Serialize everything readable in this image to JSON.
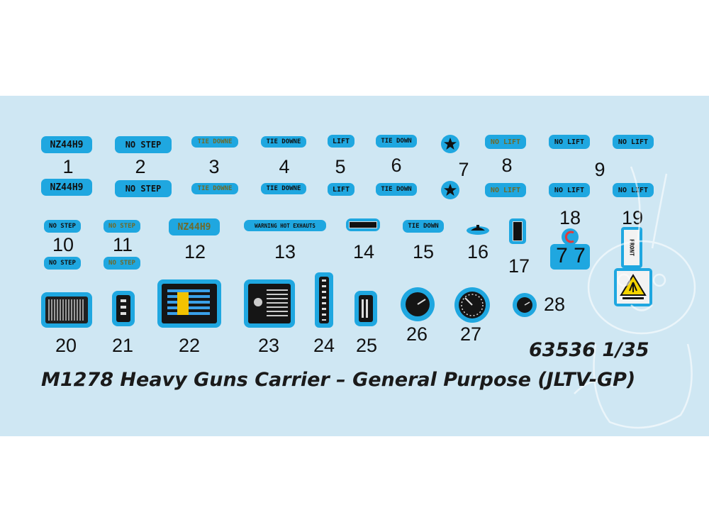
{
  "sheet": {
    "title": "M1278 Heavy Guns Carrier – General Purpose (JLTV-GP)",
    "code": "63536 1/35",
    "background_color": "#cfe7f3",
    "decal_color": "#1fa7e0"
  },
  "decals": {
    "d1": "NZ44H9",
    "d2": "NO STEP",
    "d3": "TIE DOWNE",
    "d4": "TIE DOWNE",
    "d5": "LIFT",
    "d6": "TIE DOWN",
    "d8": "NO LIFT",
    "d9a": "NO LIFT",
    "d9b": "NO LIFT",
    "d10": "NO STEP",
    "d11": "NO STEP",
    "d12": "NZ44H9",
    "d13": "WARNING HOT EXHAUTS",
    "d15": "TIE DOWN",
    "d18_digits": "7 7",
    "d19_text": "FRONT"
  },
  "numbers": [
    "1",
    "2",
    "3",
    "4",
    "5",
    "6",
    "7",
    "8",
    "9",
    "10",
    "11",
    "12",
    "13",
    "14",
    "15",
    "16",
    "17",
    "18",
    "19",
    "20",
    "21",
    "22",
    "23",
    "24",
    "25",
    "26",
    "27",
    "28"
  ],
  "icons": [
    "star-icon",
    "hazard-icon",
    "gauge-icon",
    "rabbit-logo"
  ]
}
